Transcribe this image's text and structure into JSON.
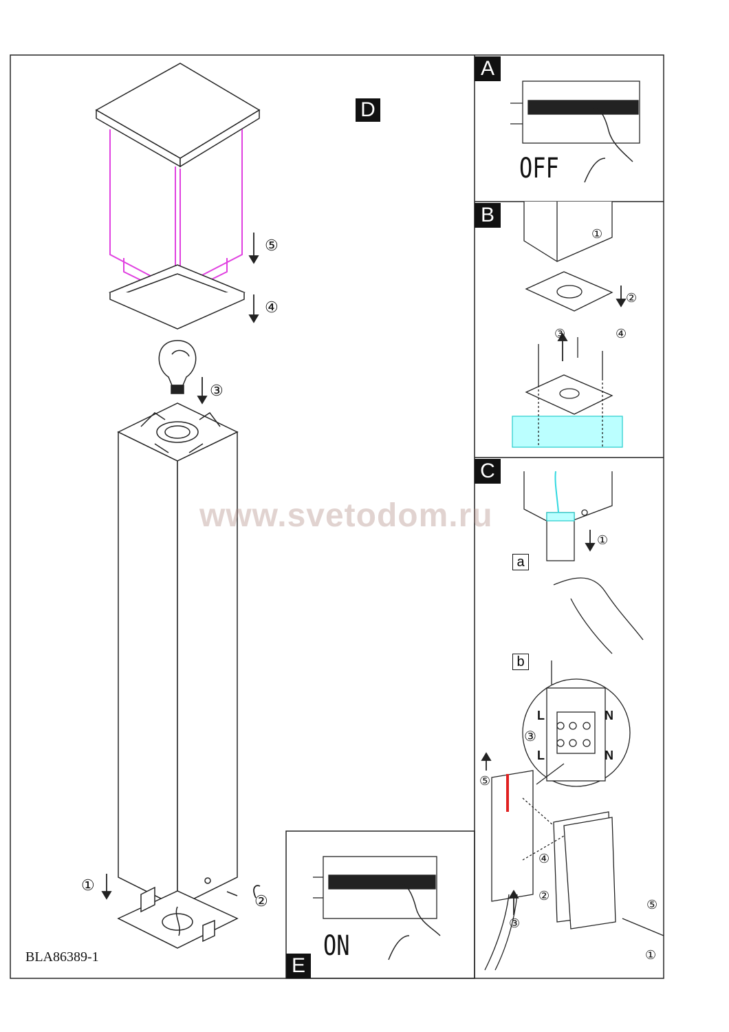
{
  "panels": {
    "a_label": "A",
    "b_label": "B",
    "c_label": "C",
    "d_label": "D",
    "e_label": "E",
    "c_sub_a": "a",
    "c_sub_b": "b"
  },
  "switch_off": "OFF",
  "switch_on": "ON",
  "model_code": "BLA86389-1",
  "watermark": "www.svetodom.ru",
  "steps": {
    "s1": "①",
    "s2": "②",
    "s3": "③",
    "s4": "④",
    "s5": "⑤"
  },
  "wiring": {
    "live": "L",
    "neutral": "N"
  },
  "colors": {
    "diffuser": "#e040e0",
    "ground": "#30d0d0",
    "wire": "#e02020",
    "cable": "#30d8e0"
  }
}
